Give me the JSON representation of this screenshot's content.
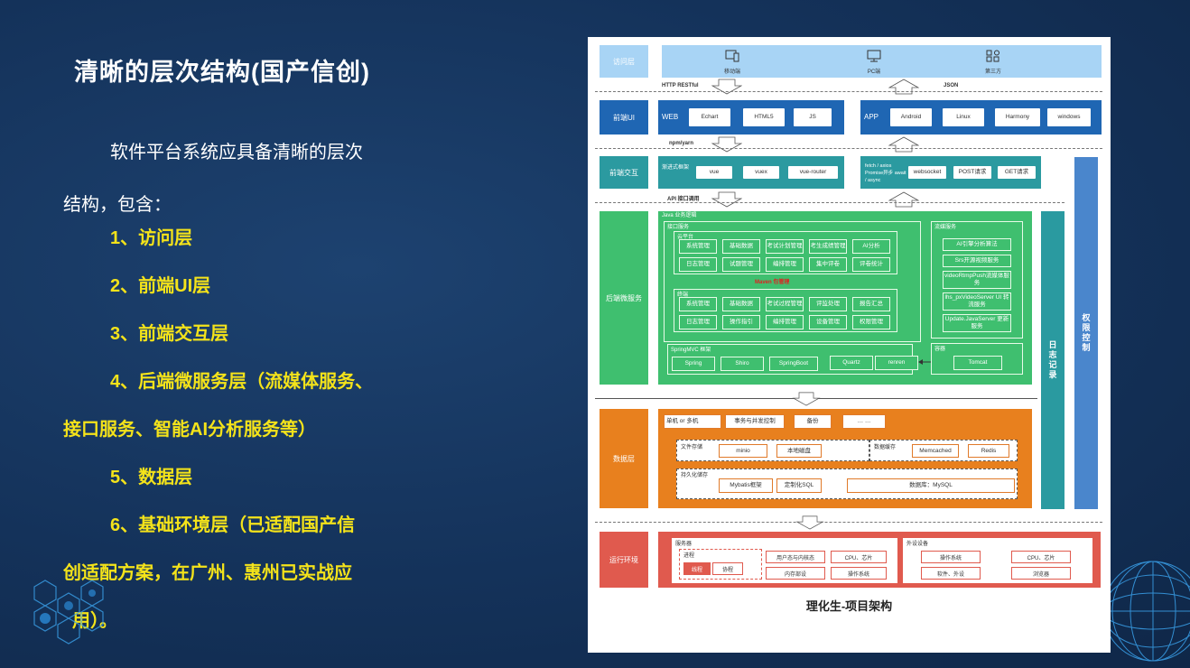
{
  "slide": {
    "title": "清晰的层次结构(国产信创)",
    "intro_line1": "软件平台系统应具备清晰的层次",
    "intro_line2": "结构，包含：",
    "items": [
      "1、访问层",
      "2、前端UI层",
      "3、前端交互层",
      "4、后端微服务层（流媒体服务、",
      "接口服务、智能AI分析服务等）",
      "5、数据层",
      "6、基础环境层（已适配国产信",
      "创适配方案，在广州、惠州已实战应",
      "用）。"
    ]
  },
  "diagram": {
    "caption": "理化生-项目架构",
    "access": {
      "label": "访问层",
      "clients": [
        "移动端",
        "PC端",
        "第三方"
      ]
    },
    "conn1": {
      "left": "HTTP RESTful",
      "right": "JSON"
    },
    "frontend_ui": {
      "label": "前端UI",
      "web": {
        "title": "WEB",
        "items": [
          "Echart",
          "HTML5",
          "JS"
        ]
      },
      "app": {
        "title": "APP",
        "items": [
          "Android",
          "Linux",
          "Harmony",
          "windows"
        ]
      }
    },
    "conn2": "npm/yarn",
    "frontend_interact": {
      "label": "前端交互",
      "framework": "渐进式框架",
      "left_items": [
        "vue",
        "vuex",
        "vue-router"
      ],
      "fetch": "fetch / axios Promise异步 await / async",
      "right_items": [
        "websocket",
        "POST请求",
        "GET请求"
      ]
    },
    "conn3": "API 接口调用",
    "backend": {
      "label": "后端微服务",
      "java": "Java 业务逻辑",
      "interface": "接口服务",
      "group1_label": "云平台",
      "group1_row1": [
        "系统管理",
        "基础数据",
        "考试计划管理",
        "考生成绩管理",
        "AI分析"
      ],
      "group1_row2": [
        "日志管理",
        "试题管理",
        "编排管理",
        "集中评卷",
        "评卷统计"
      ],
      "maven": "Maven 包管理",
      "group2_label": "终端",
      "group2_row1": [
        "系统管理",
        "基础数据",
        "考试过程管理",
        "评监处理",
        "报告汇总"
      ],
      "group2_row2": [
        "日志管理",
        "操作指引",
        "编排管理",
        "设备管理",
        "权限管理"
      ],
      "springmvc": "SpringMVC 框架",
      "frameworks": [
        "Spring",
        "Shiro",
        "SpringBoot",
        "Quartz",
        "renren"
      ],
      "media_label": "流媒服务",
      "media_items": [
        "AI引擎分析算法",
        "Srs开源视频服务",
        "videoRtmpPush流媒体服务",
        "lhs_pxVideoServer UI 转流服务",
        "Update.JavaServer 更新服务"
      ],
      "container": "容器",
      "tomcat": "Tomcat"
    },
    "log": "日志记录",
    "auth": "权限控制",
    "data": {
      "label": "数据层",
      "row1": [
        "单机 or 多机",
        "事务与并发控制",
        "备份",
        "… …"
      ],
      "file_label": "文件存储",
      "file_items": [
        "minio",
        "本地磁盘"
      ],
      "cache_label": "数据缓存",
      "cache_items": [
        "Memcached",
        "Redis"
      ],
      "persist_label": "持久化储存",
      "persist_items": [
        "Mybatis框架",
        "定制化SQL",
        "数据库：MySQL"
      ]
    },
    "runtime": {
      "label": "运行环境",
      "server_label": "服务器",
      "process_label": "进程",
      "process_items": [
        "线程",
        "协程"
      ],
      "server_items": [
        "用户态与内核态",
        "CPU、芯片",
        "内存部设",
        "操作系统"
      ],
      "peri_label": "外设设备",
      "peri_items": [
        "操作系统",
        "CPU、芯片",
        "软件、外设",
        "浏览器"
      ]
    }
  }
}
